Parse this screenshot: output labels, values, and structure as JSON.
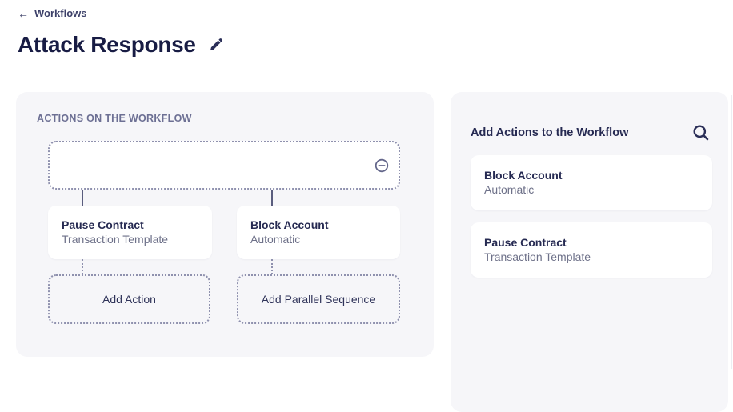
{
  "header": {
    "back_arrow": "←",
    "back_label": "Workflows",
    "title": "Attack Response"
  },
  "workflow_panel": {
    "heading": "ACTIONS ON THE WORKFLOW",
    "nodes": [
      {
        "title": "Pause Contract",
        "subtitle": "Transaction Template"
      },
      {
        "title": "Block Account",
        "subtitle": "Automatic"
      }
    ],
    "add_buttons": [
      {
        "label": "Add Action"
      },
      {
        "label": "Add Parallel Sequence"
      }
    ]
  },
  "library_panel": {
    "heading": "Add Actions to the Workflow",
    "items": [
      {
        "title": "Block Account",
        "subtitle": "Automatic"
      },
      {
        "title": "Pause Contract",
        "subtitle": "Transaction Template"
      }
    ]
  },
  "icons": {
    "back": "arrow-left",
    "edit": "pencil",
    "remove_node": "minus-circle",
    "search": "magnifying-glass"
  },
  "colors": {
    "panel_bg": "#f6f6f9",
    "card_bg": "#ffffff",
    "text_dark": "#262a52",
    "text_muted": "#6e7189",
    "dotted_border": "#8f91ae",
    "connector": "#5a5d7e"
  }
}
